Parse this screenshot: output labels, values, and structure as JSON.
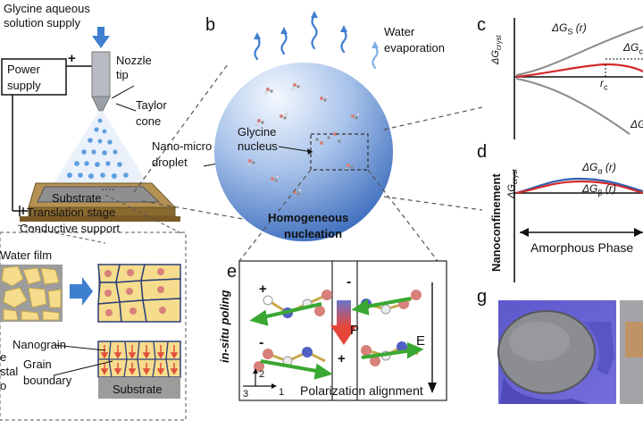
{
  "panel_a": {
    "supply_label_line1": "Glycine aqueous",
    "supply_label_line2": "solution supply",
    "power_label_line1": "Power",
    "power_label_line2": "supply",
    "plus_sign": "+",
    "nozzle_line1": "Nozzle",
    "nozzle_line2": "tip",
    "taylor_line1": "Taylor",
    "taylor_line2": "cone",
    "droplet_line1": "Nano-micro",
    "droplet_line2": "droplet",
    "substrate": "Substrate",
    "translation_stage": "Translation stage",
    "conductive_support": "Conductive support",
    "water_film": "Water film",
    "nanograin": "Nanograin",
    "grain_boundary_line1": "Grain",
    "grain_boundary_line2": "boundary",
    "substrate_bottom": "Substrate",
    "cut_e": "e",
    "cut_stal": "stal",
    "cut_o": "o"
  },
  "panel_b": {
    "letter": "b",
    "water_line1": "Water",
    "water_line2": "evaporation",
    "nucleus_line1": "Glycine",
    "nucleus_line2": "nucleus",
    "homogeneous_line1": "Homogeneous",
    "homogeneous_line2": "nucleation"
  },
  "panel_c": {
    "letter": "c",
    "yaxis": "ΔG",
    "yaxis_sub": "cryst",
    "curve_s": "ΔG",
    "curve_s_sub": "S",
    "curve_s_arg": " (r)",
    "curve_c": "ΔG",
    "curve_c_sub": "c",
    "rc": "r",
    "rc_sub": "c",
    "curve_lower": "ΔG"
  },
  "panel_d": {
    "letter": "d",
    "side": "Nanoconfinement",
    "yaxis": "ΔG",
    "yaxis_sub": "cryst",
    "curve_a": "ΔG",
    "curve_a_sub": "α",
    "curve_a_arg": " (r)",
    "curve_b": "ΔG",
    "curve_b_sub": "β",
    "curve_b_arg": " (r)",
    "phase": "Amorphous Phase"
  },
  "panel_e": {
    "letter": "e",
    "side": "in-situ poling",
    "plus_top": "+",
    "minus_top": "-",
    "minus_bottom": "-",
    "plus_bottom": "+",
    "P": "P",
    "E": "E",
    "axis_2": "2",
    "axis_3": "3",
    "axis_1": "1",
    "caption": "Polarization alignment"
  },
  "panel_g": {
    "letter": "g"
  },
  "colors": {
    "sphere_light": "#e8f0fb",
    "sphere_dark": "#2f63b7",
    "arrow_blue": "#3f7fd0",
    "grain_fill": "#f6dc8d",
    "grain_dot": "#d8807a",
    "curve_red": "#d42a2a",
    "curve_blue": "#2f5fb0",
    "arrow_green": "#3aa832",
    "substrate_grey": "#9a9a9a",
    "stage_brown": "#a07a38"
  }
}
